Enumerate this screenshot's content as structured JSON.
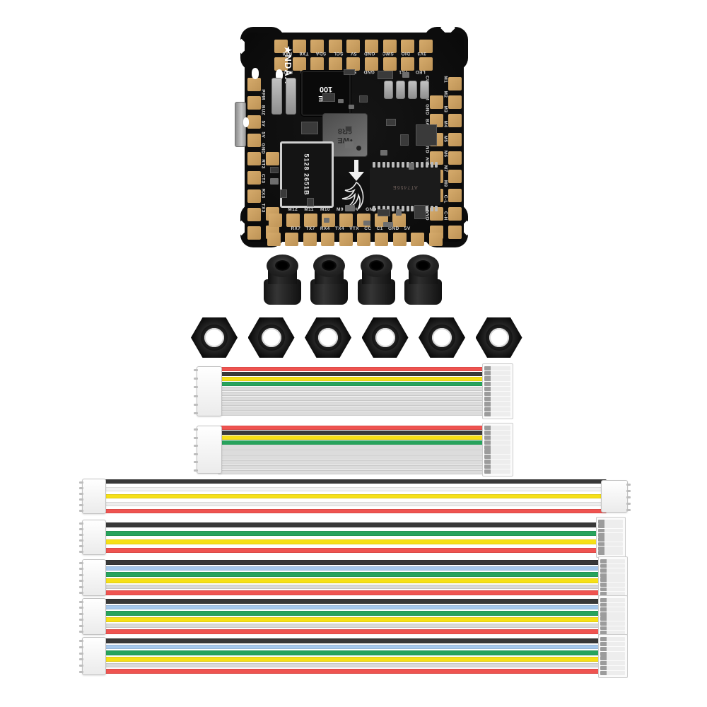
{
  "background": "#ffffff",
  "board": {
    "brand": "★NDAA",
    "labels": {
      "top_row1": "3V3 DIO SWC GND 5V SCL SDA TX8 RX8",
      "top_row2": "LED TX1 RX1 GND 5V TX2 RX2 CT2 RT2",
      "bottom_row1": "M12 M11 M10 M9 10V GND",
      "bottom_row2": "RX7 TX7 RX4 TX4 VTX CC C1 GND 5V",
      "left_col": "PPM BUZ 5V 5V GND RT3 CT3 RX3 TX3",
      "right_col_outer": "M1 M2 M3 M4 M5 M6 M7 M8 C-L C-H",
      "right_col_inner": "CUR TLM GND BAT 5V GND AIR RSS 123 TLM GND"
    },
    "components": {
      "inductor1_brand": "•WE",
      "inductor1_value": "100",
      "inductor2_brand": "•WE",
      "inductor2_value": "6R8",
      "shield_module": "5128 2651B",
      "osd_chip": "AT7456E"
    },
    "colors": {
      "pcb": "#0d0d0d",
      "pad_gold": "#C9A05F",
      "silkscreen": "#d8d8d8"
    }
  },
  "hardware": {
    "grommet_count": 4,
    "nut_count": 6,
    "rubber_color": "#1c1c1c"
  },
  "cables": [
    {
      "name": "ribbon-cable-short-1",
      "left_connector": "jst",
      "right_connector": "crimp",
      "pin_slots": 10,
      "wire_colors": [
        "#ef5350",
        "#3a3a3a",
        "#f6e017",
        "#27a35c",
        "#dcdcdc",
        "#dcdcdc",
        "#dcdcdc",
        "#dcdcdc",
        "#dcdcdc",
        "#dcdcdc"
      ]
    },
    {
      "name": "ribbon-cable-short-2",
      "left_connector": "jst",
      "right_connector": "crimp",
      "pin_slots": 10,
      "wire_colors": [
        "#ef5350",
        "#3a3a3a",
        "#f6e017",
        "#27a35c",
        "#dcdcdc",
        "#dcdcdc",
        "#dcdcdc",
        "#dcdcdc",
        "#dcdcdc",
        "#dcdcdc"
      ]
    },
    {
      "name": "wire-harness-long-1",
      "left_connector": "jst",
      "right_connector": "jst",
      "pin_slots": 0,
      "wire_colors": [
        "#383838",
        "#f2f2f2",
        "#f6e017",
        "#ededed",
        "#ef5350"
      ]
    },
    {
      "name": "wire-harness-long-2",
      "left_connector": "jst",
      "right_connector": "crimp",
      "pin_slots": 8,
      "wire_colors": [
        "#383838",
        "#27a35c",
        "#f6e017",
        "#ef5350"
      ]
    },
    {
      "name": "wire-harness-long-3",
      "left_connector": "jst",
      "right_connector": "crimp",
      "pin_slots": 8,
      "wire_colors": [
        "#383838",
        "#a6c8ec",
        "#27a35c",
        "#f6e017",
        "#d9d9d9",
        "#ef5350"
      ]
    },
    {
      "name": "wire-harness-long-4",
      "left_connector": "jst",
      "right_connector": "crimp",
      "pin_slots": 8,
      "wire_colors": [
        "#383838",
        "#a6c8ec",
        "#27a35c",
        "#f6e017",
        "#d9d9d9",
        "#ef5350"
      ]
    },
    {
      "name": "wire-harness-long-5",
      "left_connector": "jst",
      "right_connector": "crimp",
      "pin_slots": 8,
      "wire_colors": [
        "#383838",
        "#a6c8ec",
        "#27a35c",
        "#f6e017",
        "#d9d9d9",
        "#ef5350"
      ]
    }
  ]
}
